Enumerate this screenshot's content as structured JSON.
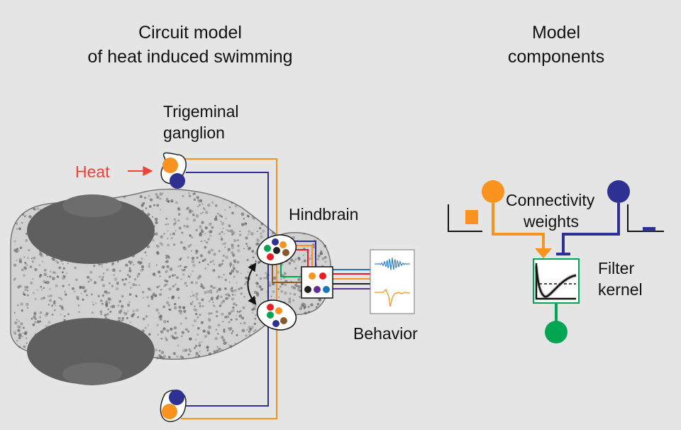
{
  "left_title": {
    "line1": "Circuit model",
    "line2": "of heat induced swimming"
  },
  "right_title": {
    "line1": "Model",
    "line2": "components"
  },
  "trigeminal_label": {
    "line1": "Trigeminal",
    "line2": "ganglion"
  },
  "heat_label": "Heat",
  "hindbrain_label": "Hindbrain",
  "behavior_label": "Behavior",
  "connectivity_label": {
    "line1": "Connectivity",
    "line2": "weights"
  },
  "filter_label": {
    "line1": "Filter",
    "line2": "kernel"
  },
  "colors": {
    "background": "#e5e5e5",
    "orange": "#f7931e",
    "navy": "#2e3192",
    "green": "#00a651",
    "red": "#ed1c24",
    "brown": "#8b5a2b",
    "purple": "#662d91",
    "blue": "#1b75bc",
    "black": "#231f20",
    "heat_red": "#ef4136",
    "brain_dark": "#5f5f5f",
    "brain_body": "#cfcfcf"
  },
  "icons": [
    "heat-arrow-icon",
    "neuron-cluster-icon",
    "bidirectional-arrow-icon",
    "behavior-trace-icon",
    "filter-kernel-icon",
    "step-input-icon"
  ]
}
